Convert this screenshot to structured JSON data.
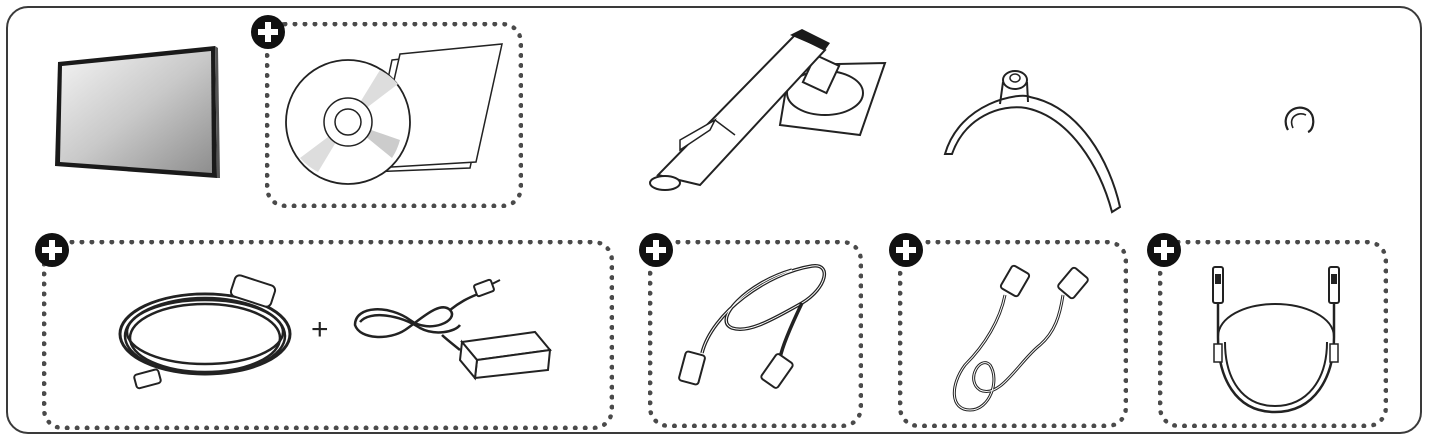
{
  "figure": {
    "background": "#ffffff",
    "ink": "#1a1a1a",
    "dotted_border_color": "#4a4a4a",
    "screen_gradient": [
      "#f4f4f4",
      "#9a9a9a"
    ]
  },
  "icons": {
    "badge": "plus-in-black-circle",
    "joiner": "plus-sign"
  },
  "items": [
    {
      "name": "monitor",
      "optional": false
    },
    {
      "name": "cd-and-manual",
      "optional": true
    },
    {
      "name": "stand-body",
      "optional": false
    },
    {
      "name": "stand-base",
      "optional": false
    },
    {
      "name": "cable-holder",
      "optional": false
    },
    {
      "name": "power-cord-and-ac-adapter",
      "optional": true
    },
    {
      "name": "displayport-cable",
      "optional": true
    },
    {
      "name": "hdmi-cable",
      "optional": true
    },
    {
      "name": "usb-c-cable",
      "optional": true
    }
  ],
  "joiner_text": "+"
}
